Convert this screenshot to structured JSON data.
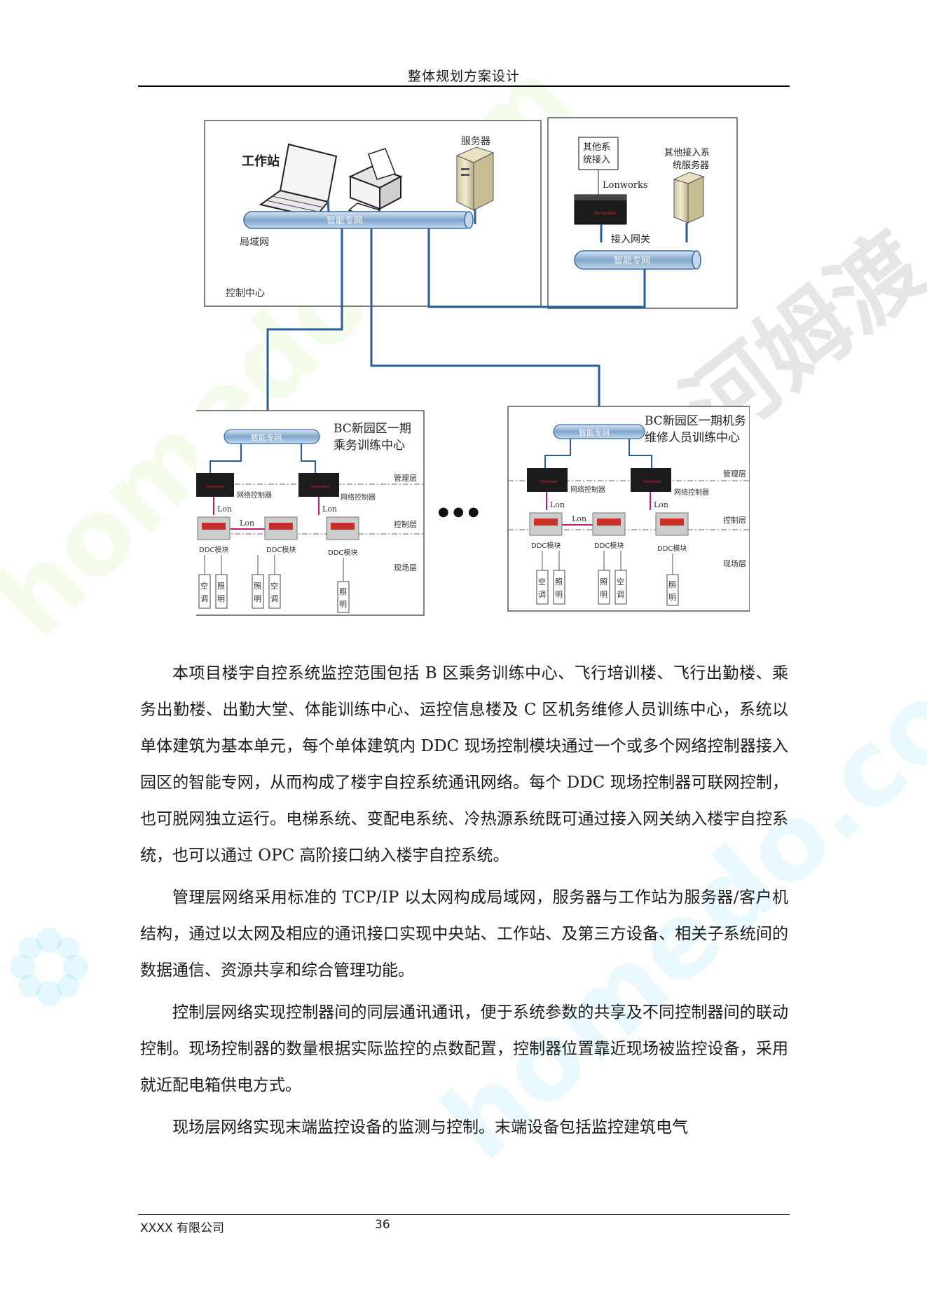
{
  "header": {
    "title": "整体规划方案设计"
  },
  "diagram": {
    "control_center": {
      "workstation": "工作站",
      "server": "服务器",
      "lan": "局域网",
      "network": "智能专网",
      "label": "控制中心"
    },
    "external": {
      "other_system": [
        "其他系",
        "统接入"
      ],
      "other_server": [
        "其他接入系",
        "统服务器"
      ],
      "lonworks": "Lonworks",
      "gateway": "接入网关",
      "network": "智能专网"
    },
    "left_site": {
      "title": [
        "BC新园区一期",
        "乘务训练中心"
      ],
      "network": "智能专网",
      "layers": [
        "管理层",
        "控制层",
        "现场层"
      ],
      "controller": "网络控制器",
      "lon": "Lon",
      "ddc": "DDC模块",
      "devices": [
        [
          "空",
          "调"
        ],
        [
          "照",
          "明"
        ],
        [
          "照",
          "明"
        ],
        [
          "空",
          "调"
        ],
        [
          "照",
          "明"
        ]
      ]
    },
    "right_site": {
      "title": [
        "BC新园区一期机务",
        "维修人员训练中心"
      ],
      "network": "智能专网",
      "layers": [
        "管理层",
        "控制层",
        "现场层"
      ],
      "controller": "网络控制器",
      "lon": "Lon",
      "ddc": "DDC模块",
      "devices": [
        [
          "空",
          "调"
        ],
        [
          "照",
          "明"
        ],
        [
          "照",
          "明"
        ],
        [
          "空",
          "调"
        ],
        [
          "照",
          "明"
        ]
      ]
    },
    "brand": "Honeywell",
    "ellipsis": "●  ●  ●"
  },
  "paragraphs": [
    "本项目楼宇自控系统监控范围包括 B 区乘务训练中心、飞行培训楼、飞行出勤楼、乘务出勤楼、出勤大堂、体能训练中心、运控信息楼及 C 区机务维修人员训练中心，系统以单体建筑为基本单元，每个单体建筑内 DDC 现场控制模块通过一个或多个网络控制器接入园区的智能专网，从而构成了楼宇自控系统通讯网络。每个 DDC 现场控制器可联网控制，也可脱网独立运行。电梯系统、变配电系统、冷热源系统既可通过接入网关纳入楼宇自控系统，也可以通过 OPC 高阶接口纳入楼宇自控系统。",
    "管理层网络采用标准的 TCP/IP 以太网构成局域网，服务器与工作站为服务器/客户机结构，通过以太网及相应的通讯接口实现中央站、工作站、及第三方设备、相关子系统间的数据通信、资源共享和综合管理功能。",
    "控制层网络实现控制器间的同层通讯通讯，便于系统参数的共享及不同控制器间的联动控制。现场控制器的数量根据实际监控的点数配置，控制器位置靠近现场被监控设备，采用就近配电箱供电方式。",
    "现场层网络实现末端监控设备的监测与控制。末端设备包括监控建筑电气"
  ],
  "footer": {
    "company": "XXXX 有限公司",
    "page": "36"
  },
  "watermark": {
    "left": "homedo.com",
    "right": "homedo.com",
    "brand": "河姆渡"
  }
}
